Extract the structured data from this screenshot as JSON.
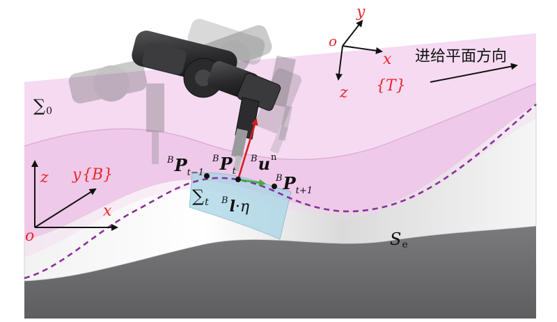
{
  "colors": {
    "feed_plane": "#f3d3ee",
    "surface_light": "#f4f4f4",
    "surface_shadow": "#cfcfcf",
    "ground_dark": "#6e6e70",
    "dashed_path": "#8a2f9a",
    "patch_fill": "#a8d6e6",
    "frame_red": "#e8262b",
    "tool_vector": "#d81c1c",
    "feed_vector": "#3fae3a",
    "robot": "#2b2b2d"
  },
  "labels": {
    "sigma0": {
      "sym": "∑",
      "sub": "0"
    },
    "sigma_t": {
      "sym": "∑",
      "sub": "t"
    },
    "se": {
      "main": "S",
      "sub": "e"
    },
    "feed_direction": "进给平面方向",
    "tool_frame": {
      "name": "{T}",
      "x": "x",
      "y": "y",
      "z": "z",
      "o": "o"
    },
    "base_frame": {
      "name": "{B}",
      "x": "x",
      "y": "y",
      "z": "z",
      "o": "o"
    },
    "p_prev": {
      "sup": "B",
      "main": "P",
      "sub": "t−1"
    },
    "p_curr": {
      "sup": "B",
      "main": "P",
      "sub": "t"
    },
    "p_next": {
      "sup": "B",
      "main": "P",
      "sub": "t+1"
    },
    "u_vec": {
      "sup": "B",
      "main": "u",
      "supr": "n"
    },
    "l_eta": {
      "sup": "B",
      "main": "l",
      "tail": "·η"
    }
  },
  "icons": [
    "industrial-robot-arm-icon"
  ]
}
